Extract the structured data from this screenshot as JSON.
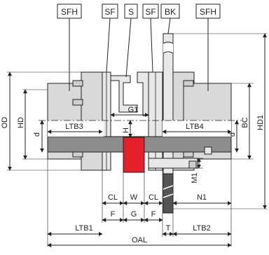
{
  "labels": {
    "sfh_left": "SFH",
    "sf_left": "SF",
    "s": "S",
    "sf_right": "SF",
    "bk": "BK",
    "sfh_right": "SFH",
    "od": "OD",
    "hd_left": "HD",
    "d_left": "d",
    "ltb3": "LTB3",
    "g1": "G1",
    "h": "H",
    "ltb4": "LTB4",
    "d_right": "d",
    "bc": "BC",
    "hd1": "HD1",
    "m1": "M1",
    "cl_left": "CL",
    "w": "W",
    "cl_right": "CL",
    "n1": "N1",
    "f_left": "F",
    "g": "G",
    "f_right": "F",
    "ltb1": "LTB1",
    "t": "T",
    "ltb2": "LTB2",
    "oal": "OAL"
  },
  "colors": {
    "hub": "#d9d9d9",
    "shaft_band": "#8c8c8c",
    "element": "#e5202b",
    "line": "#222222",
    "disc": "#555555"
  }
}
